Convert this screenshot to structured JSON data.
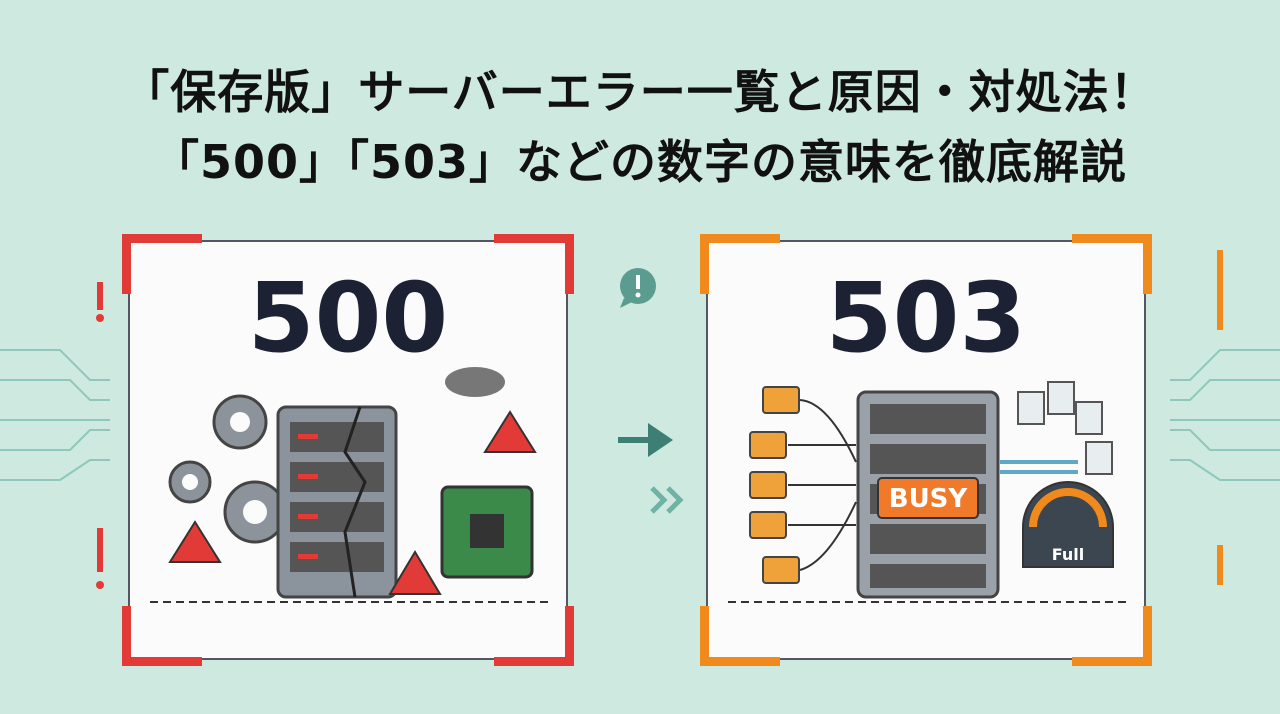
{
  "title": {
    "line1": "「保存版」サーバーエラー一覧と原因・対処法！",
    "line2": "「500」「503」などの数字の意味を徹底解説"
  },
  "cards": [
    {
      "code": "500",
      "accent": "#e23a36"
    },
    {
      "code": "503",
      "accent": "#f08a1c",
      "busy_sign": "BUSY",
      "gauge_label": "Full"
    }
  ]
}
